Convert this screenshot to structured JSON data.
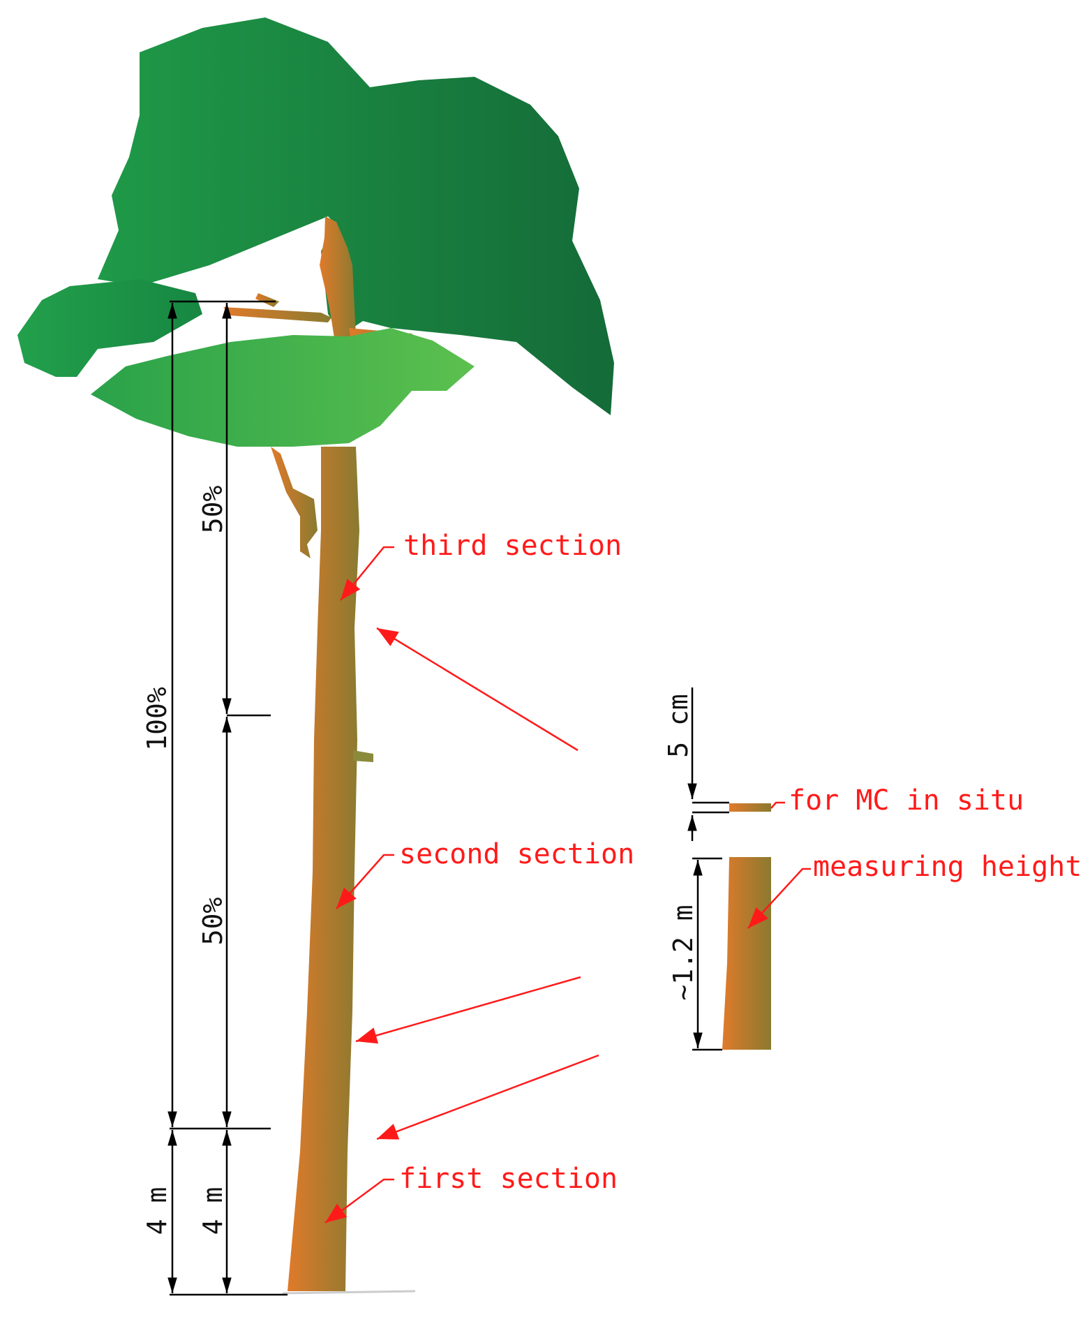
{
  "colors": {
    "crown_dark": "#146b38",
    "crown_mid": "#1a8a43",
    "crown_light": "#4bb84a",
    "trunk_orange": "#e07a2a",
    "trunk_olive": "#8a7a30",
    "annotation_red": "#ff1a1a",
    "dimension_black": "#000000"
  },
  "labels": {
    "third_section": "third section",
    "second_section": "second section",
    "first_section": "first section",
    "for_mc_in_situ": "for MC in situ",
    "measuring_height": "measuring height"
  },
  "dimensions": {
    "total": "100%",
    "upper_half": "50%",
    "lower_half": "50%",
    "base_outer": "4 m",
    "base_inner": "4 m",
    "disc_thickness": "5 cm",
    "measuring_height": "~1.2 m"
  }
}
